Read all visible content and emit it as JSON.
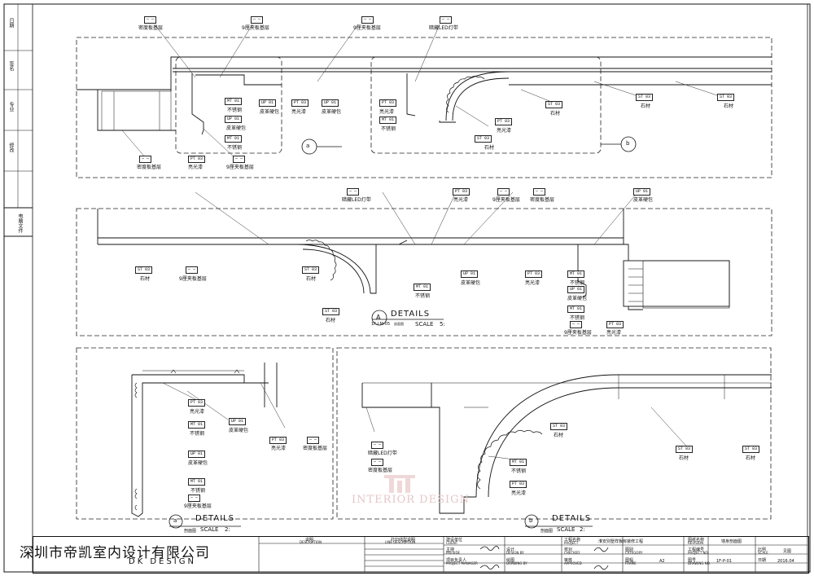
{
  "sidebar": {
    "items": [
      "日期",
      "签名",
      "专业",
      "修改",
      "电脑文件"
    ]
  },
  "plan": {
    "labels": {
      "wood_base": "密度板基层",
      "ply9": "9厘夹板基层",
      "ply9b": "9厘夹板基层",
      "led": "暗藏LED灯带",
      "led2": "暗藏LED灯带",
      "stainless": "不锈钢",
      "leather": "皮革硬包",
      "paint": "亮光漆",
      "stone": "石材",
      "mt01": "MT  01",
      "up01": "UP  01",
      "pt03": "PT  03",
      "st03": "ST  03",
      "blank": "— —"
    },
    "section_markers": [
      "a",
      "b"
    ]
  },
  "details": {
    "main": {
      "letter": "A",
      "title": "DETAILS",
      "code": "1F-LM-05",
      "sub": "剖面图",
      "scale_label": "SCALE",
      "scale": "5:"
    },
    "a": {
      "letter": "a",
      "title": "DETAILS",
      "sub": "剖面图",
      "scale_label": "SCALE",
      "scale": "2:"
    },
    "b": {
      "letter": "b",
      "title": "DETAILS",
      "sub": "剖面图",
      "scale_label": "SCALE",
      "scale": "2:"
    }
  },
  "title_block": {
    "company_cn": "深圳市帝凯室内设计有限公司",
    "company_en": "DK  DESIGN",
    "notes_cn": "说明",
    "notes_en": "DESCRIPTION",
    "line_desc_cn": "打印线型说明",
    "line_desc_en": "LINE DESCRIPTION",
    "client_cn": "建设单位",
    "client_en": "CLIENT",
    "preside_cn": "主持",
    "preside_en": "PRESIDE",
    "pm_cn": "项目负责人",
    "pm_en": "PROJECT MANAGER",
    "design_cn": "设计",
    "design_en": "DESIGN BY",
    "drawing_cn": "绘图",
    "drawing_en": "DRAWING BY",
    "project_cn": "工程名称",
    "project_en": "PROJECT",
    "project_name": "淮安別墅样板房装修工程",
    "checked_cn": "校对",
    "checked_en": "CHECKED",
    "approved_cn": "审核",
    "approved_en": "APPROVED",
    "drawing_name_cn": "图纸名称",
    "drawing_name_en": "REVISION",
    "drawing_name": "墙身剖面图",
    "category_cn": "图别",
    "category_en": "CATEGORY",
    "frame_cn": "图幅",
    "frame_en": "FRAME",
    "frame": "A2",
    "project_no_cn": "工程编号",
    "project_no_en": "PROJECT NO.",
    "drawing_no_cn": "图号",
    "drawing_no_en": "DRAWING NO.",
    "drawing_no": "1F-P-01",
    "scale_cn": "比例",
    "scale_en": "SCALE",
    "scale_val": "见图",
    "date_cn": "日期",
    "date_val": "2016.04"
  },
  "watermark": "INTERIOR DESIGN"
}
